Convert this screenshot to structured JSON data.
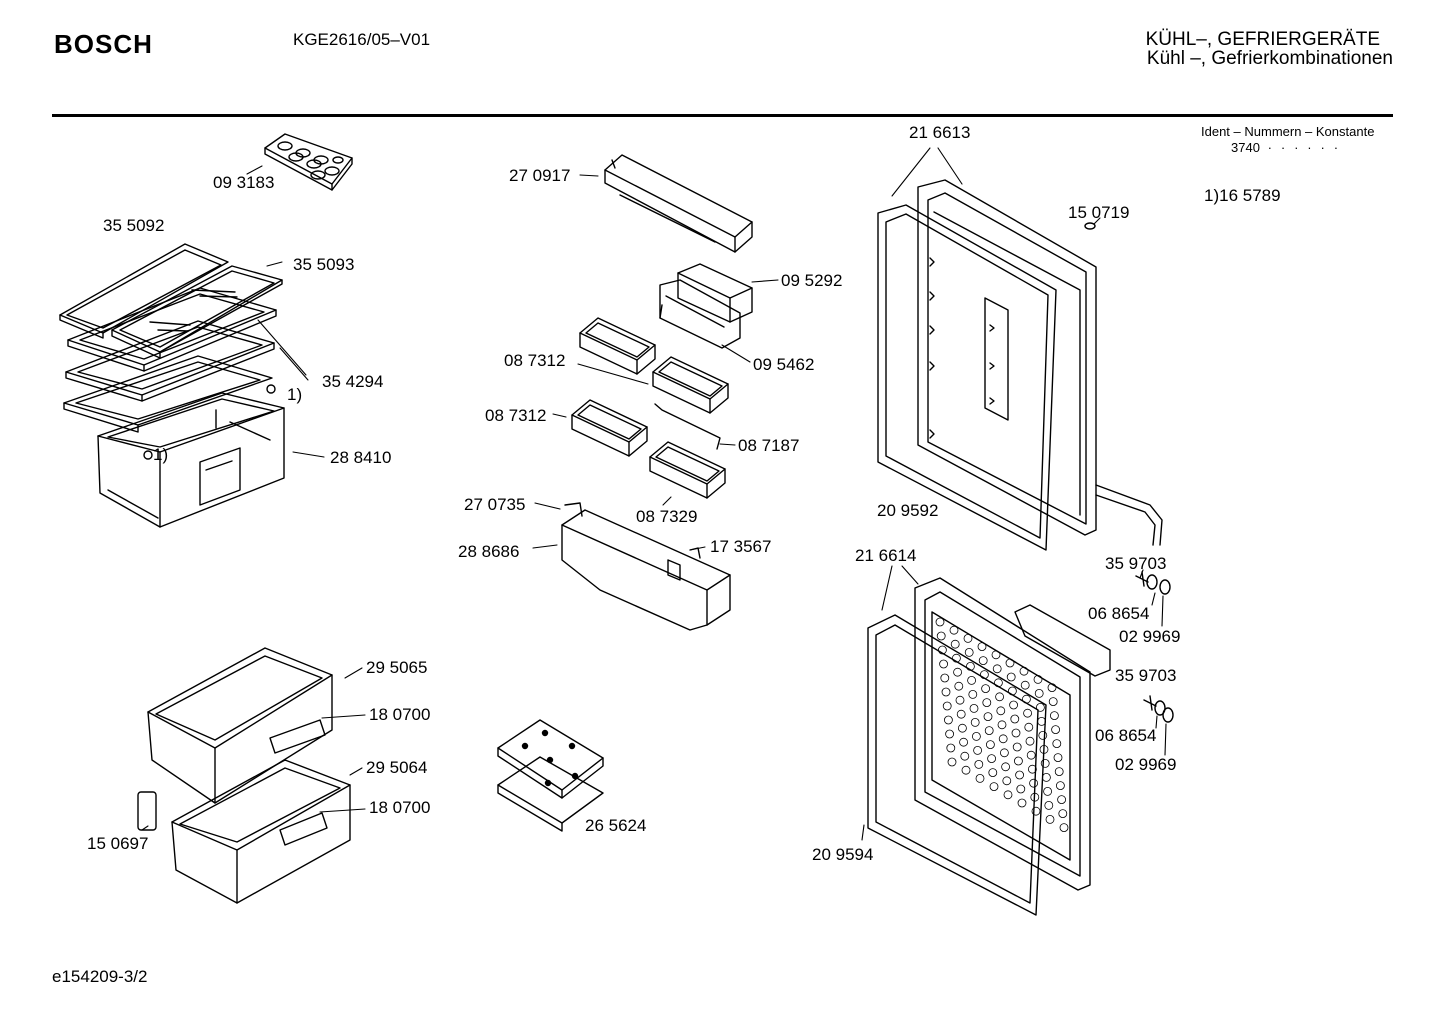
{
  "header": {
    "brand": "BOSCH",
    "model": "KGE2616/05–V01",
    "category_line1": "KÜHL–, GEFRIERGERÄTE",
    "category_line2": "Kühl –, Gefrierkombinationen"
  },
  "ident": {
    "title": "Ident – Nummern – Konstante",
    "value": "3740",
    "dots": ". .   . . . ."
  },
  "footnote": "1)16 5789",
  "document_id": "e154209-3/2",
  "part_labels": {
    "p093183": "09 3183",
    "p355092": "35 5092",
    "p355093": "35 5093",
    "p354294": "35 4294",
    "note1a": "1)",
    "note1b": "1)",
    "p288410": "28 8410",
    "p270917": "27 0917",
    "p095292": "09 5292",
    "p087312a": "08 7312",
    "p095462": "09 5462",
    "p087312b": "08 7312",
    "p087187": "08 7187",
    "p087329": "08 7329",
    "p270735": "27 0735",
    "p288686": "28 8686",
    "p173567": "17 3567",
    "p216613": "21 6613",
    "p150719": "15 0719",
    "p209592": "20 9592",
    "p216614": "21 6614",
    "p359703a": "35 9703",
    "p068654a": "06 8654",
    "p029969a": "02 9969",
    "p359703b": "35 9703",
    "p068654b": "06 8654",
    "p029969b": "02 9969",
    "p209594": "20 9594",
    "p295065": "29 5065",
    "p180700a": "18 0700",
    "p295064": "29 5064",
    "p180700b": "18 0700",
    "p150697": "15 0697",
    "p265624": "26 5624"
  }
}
